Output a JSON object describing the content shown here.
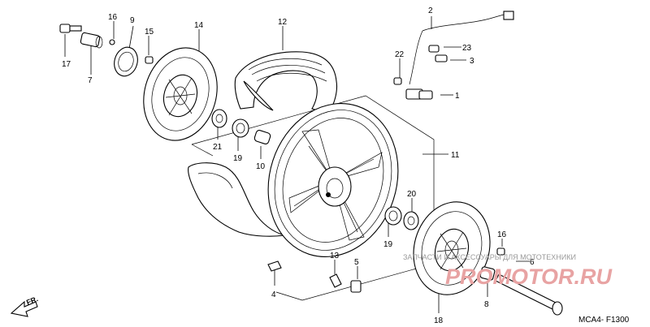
{
  "diagram": {
    "code": "MCA4- F1300",
    "direction_label": "FR.",
    "watermark": {
      "caption": "ЗАПЧАСТИ И АКСЕССУАРЫ ДЛЯ МОТОТЕХНИКИ",
      "brand": "PROMOTOR.RU"
    },
    "part_numbers": [
      "1",
      "2",
      "3",
      "4",
      "5",
      "6",
      "7",
      "8",
      "9",
      "10",
      "11",
      "12",
      "13",
      "14",
      "15",
      "16",
      "16",
      "17",
      "18",
      "19",
      "19",
      "20",
      "21",
      "22",
      "23"
    ]
  }
}
